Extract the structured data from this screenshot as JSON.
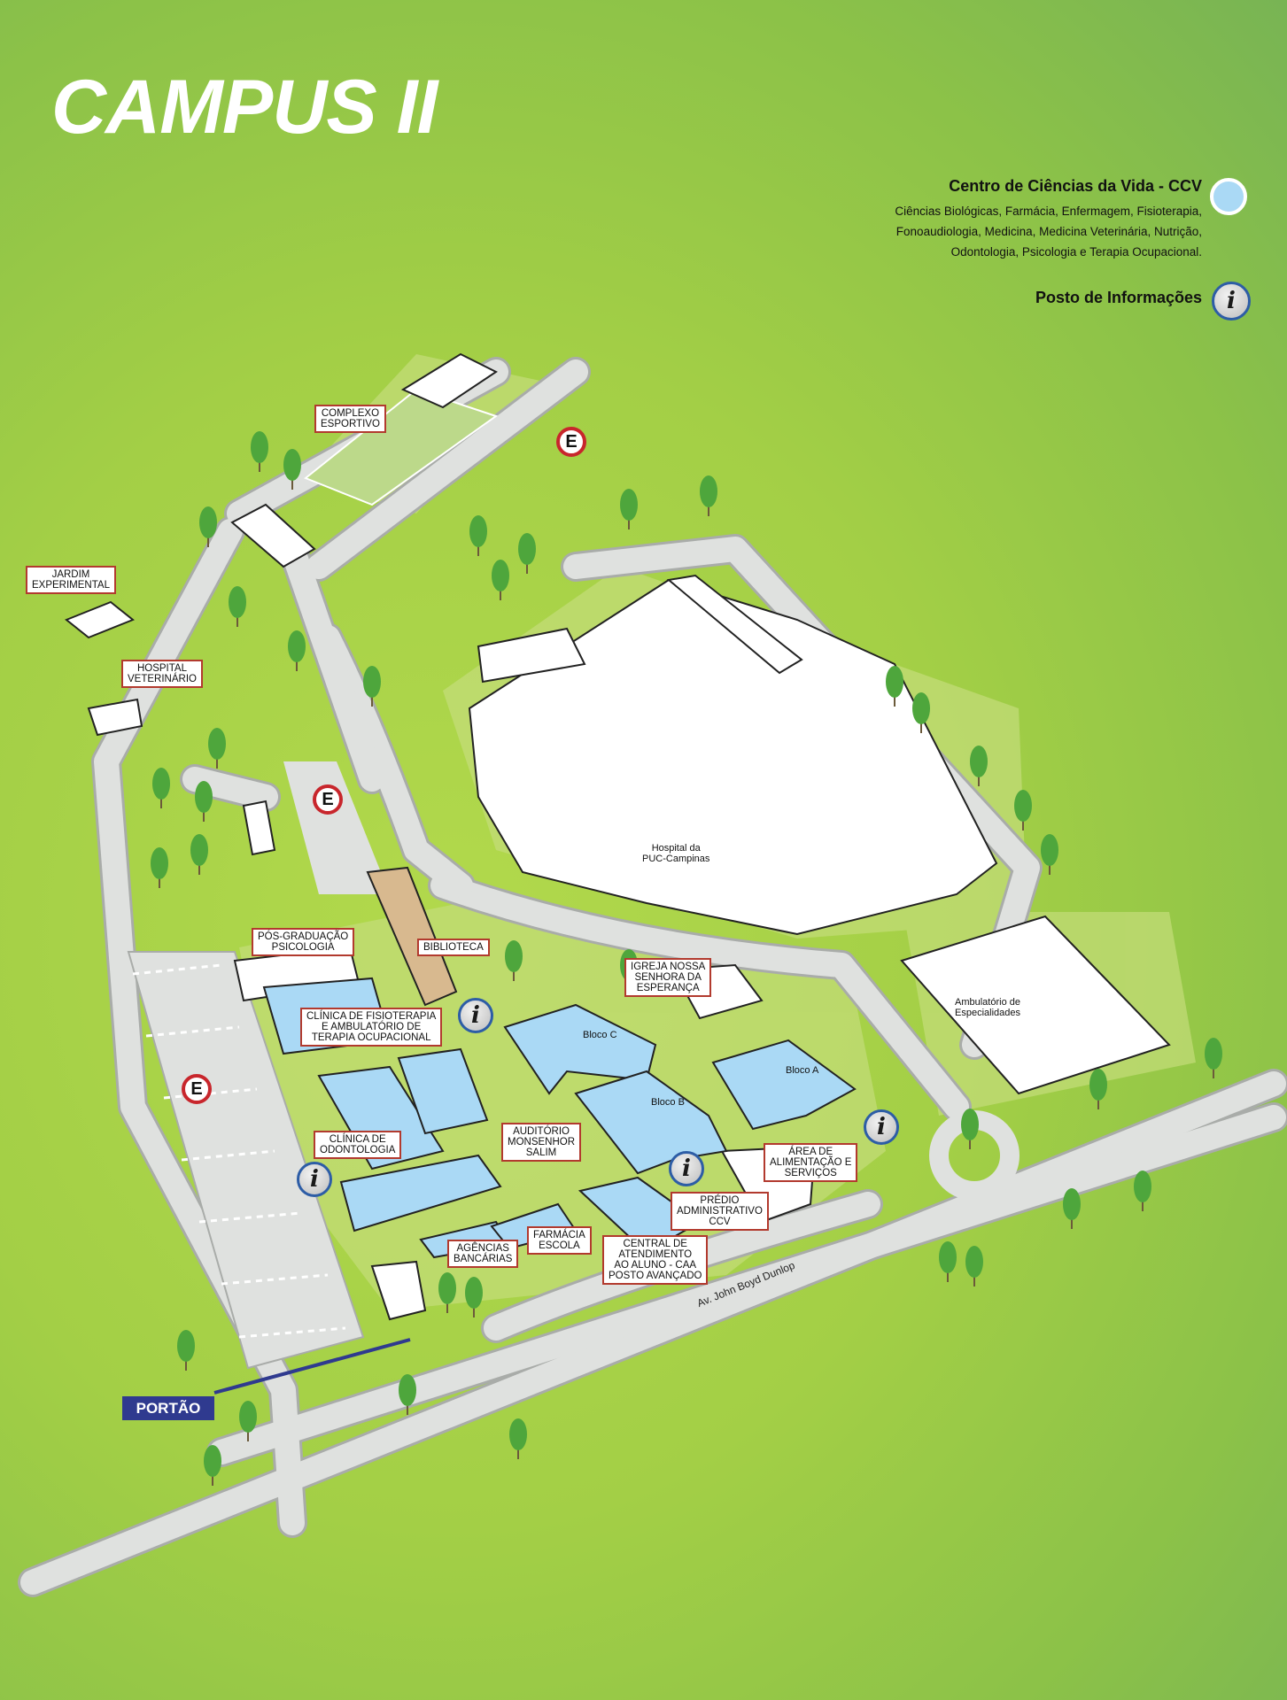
{
  "title": "CAMPUS II",
  "legend": {
    "ccv_title": "Centro de Ciências da Vida - CCV",
    "ccv_line1": "Ciências Biológicas, Farmácia, Enfermagem, Fisioterapia,",
    "ccv_line2": "Fonoaudiologia, Medicina, Medicina Veterinária, Nutrição,",
    "ccv_line3": "Odontologia, Psicologia e Terapia Ocupacional.",
    "ccv_color": "#aad9f5",
    "info_title": "Posto de Informações",
    "info_icon": "info-icon"
  },
  "labels": {
    "complexo": "COMPLEXO\nESPORTIVO",
    "jardim": "JARDIM\nEXPERIMENTAL",
    "hospital_vet": "HOSPITAL\nVETERINÁRIO",
    "pos": "PÓS-GRADUAÇÃO\nPSICOLOGIA",
    "biblioteca": "BIBLIOTECA",
    "igreja": "IGREJA NOSSA\nSENHORA DA\nESPERANÇA",
    "fisio": "CLÍNICA DE FISIOTERAPIA\nE AMBULATÓRIO DE\nTERAPIA OCUPACIONAL",
    "odonto": "CLÍNICA DE\nODONTOLOGIA",
    "auditorio": "AUDITÓRIO\nMONSENHOR\nSALIM",
    "alimentacao": "ÁREA DE\nALIMENTAÇÃO E\nSERVIÇOS",
    "predio": "PRÉDIO\nADMINISTRATIVO\nCCV",
    "farmacia": "FARMÁCIA\nESCOLA",
    "agencias": "AGÊNCIAS\nBANCÁRIAS",
    "central": "CENTRAL DE\nATENDIMENTO\nAO ALUNO - CAA\nPOSTO AVANÇADO"
  },
  "buildings": {
    "hospital": "Hospital da\nPUC-Campinas",
    "ambulatorio": "Ambulatório de\nEspecialidades",
    "bloco_a": "Bloco A",
    "bloco_b": "Bloco B",
    "bloco_c": "Bloco C"
  },
  "markers": {
    "parking": "E",
    "info": "i"
  },
  "portao": "PORTÃO",
  "avenue": "Av. John Boyd Dunlop",
  "colors": {
    "parking_ring": "#c8262c",
    "info_ring": "#2d5da6",
    "label_border": "#b23a2e",
    "gate": "#2f3a8f",
    "ccv_building": "#aad9f5"
  }
}
